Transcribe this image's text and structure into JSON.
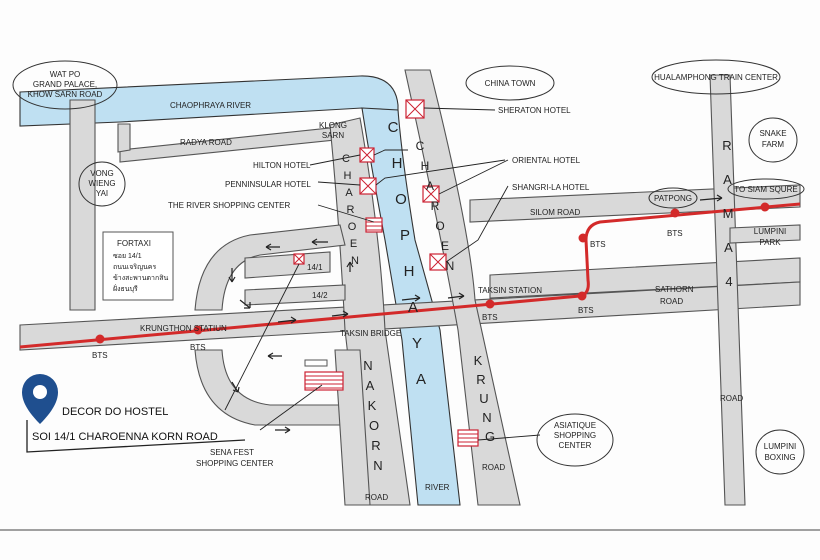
{
  "map": {
    "rivers": {
      "chaophraya": "CHAOPHRAYA RIVER",
      "river": "RIVER"
    },
    "vertical_river_letters": [
      "C",
      "H",
      "O",
      "P",
      "H",
      "A",
      "Y",
      "A"
    ],
    "roads": {
      "radya": "RADYA ROAD",
      "silom": "SILOM ROAD",
      "sathorn": "SATHORN",
      "sathorn_road": "ROAD",
      "taksin_bridge": "TAKSIN BRIDGE",
      "krungthon_station": "KRUNGTHON STATIUN",
      "taksin_station": "TAKSIN STATION",
      "road_right": "ROAD",
      "road_bottom_left": "ROAD",
      "road_bottom_right": "ROAD",
      "soi_14_1": "14/1",
      "soi_14_2": "14/2"
    },
    "charoen_letters_left": [
      "C",
      "H",
      "A",
      "R",
      "O",
      "E",
      "N"
    ],
    "charoen_letters_right": [
      "C",
      "H",
      "A",
      "R",
      "O",
      "E",
      "N"
    ],
    "nakorn_letters": [
      "N",
      "A",
      "K",
      "O",
      "R",
      "N"
    ],
    "krung_letters": [
      "K",
      "R",
      "U",
      "N",
      "G"
    ],
    "rama_letters": [
      "R",
      "A",
      "M",
      "A",
      "4"
    ],
    "landmarks": {
      "wat_po_1": "WAT PO",
      "wat_po_2": "GRAND PALACE,",
      "wat_po_3": "KHOW SARN ROAD",
      "china_town": "CHINA TOWN",
      "hualamphong": "HUALAMPHONG TRAIN CENTER",
      "snake_1": "SNAKE",
      "snake_2": "FARM",
      "lumpini_park_1": "LUMPINI",
      "lumpini_park_2": "PARK",
      "lumpini_boxing_1": "LUMPINI",
      "lumpini_boxing_2": "BOXING",
      "vong_1": "VONG",
      "vong_2": "WIENG",
      "vong_3": "YAI",
      "klong_1": "KLONG",
      "klong_2": "SARN",
      "sheraton": "SHERATON HOTEL",
      "oriental": "ORIENTAL HOTEL",
      "shangri_la": "SHANGRI-LA HOTEL",
      "hilton": "HILTON HOTEL",
      "penninsular": "PENNINSULAR HOTEL",
      "river_shopping": "THE RIVER SHOPPING CENTER",
      "asiatique_1": "ASIATIQUE",
      "asiatique_2": "SHOPPING",
      "asiatique_3": "CENTER",
      "sena_1": "SENA FEST",
      "sena_2": "SHOPPING CENTER",
      "patpong": "PATPONG",
      "to_siam": "TO SIAM SQURE"
    },
    "fortaxi": {
      "title": "FORTAXI",
      "line1": "ซอย 14/1",
      "line2": "ถนนเจริญนคร",
      "line3": "ข้างสะพานตากสิน",
      "line4": "ฝั่งธนบุรี"
    },
    "hostel": {
      "name": "DECOR DO HOSTEL",
      "address": "SOI 14/1 CHAROENNA KORN ROAD"
    },
    "bts_label": "BTS",
    "colors": {
      "bts_line": "#d32a2a",
      "river": "#bfe0f2",
      "road": "#d9d9d9",
      "pin": "#1f4f8f"
    }
  }
}
